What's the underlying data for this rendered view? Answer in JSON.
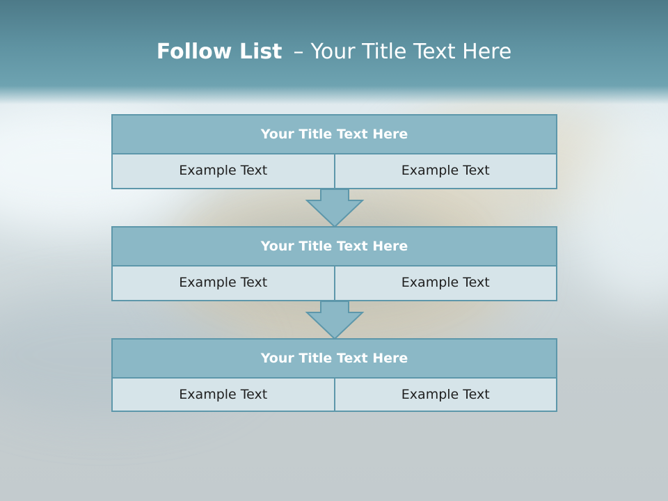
{
  "title": {
    "bold": "Follow List",
    "separator": "–",
    "text": "Your Title Text Here"
  },
  "steps": [
    {
      "title": "Your Title Text Here",
      "cells": [
        "Example Text",
        "Example Text"
      ]
    },
    {
      "title": "Your Title Text Here",
      "cells": [
        "Example Text",
        "Example Text"
      ]
    },
    {
      "title": "Your Title Text Here",
      "cells": [
        "Example Text",
        "Example Text"
      ]
    }
  ],
  "colors": {
    "header_band": "#5f93a2",
    "box_title_fill": "#8bb8c6",
    "box_body_fill": "#d6e4e9",
    "border": "#5d97aa"
  }
}
